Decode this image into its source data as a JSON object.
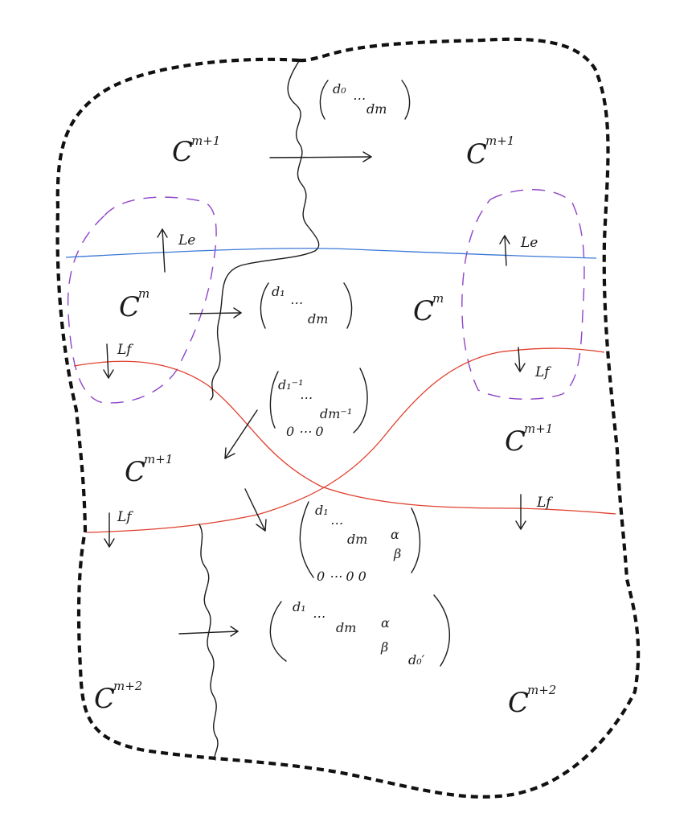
{
  "colors": {
    "ink": "#1a1a1a",
    "boundary": "#111111",
    "blue_line": "#3a78d8",
    "red_curve": "#e0402e",
    "purple_dashes": "#8e44c8"
  },
  "regions": [
    {
      "id": "top-left",
      "base": "C",
      "exp": "m+1"
    },
    {
      "id": "top-right",
      "base": "C",
      "exp": "m+1"
    },
    {
      "id": "mid-left",
      "base": "C",
      "exp": "m"
    },
    {
      "id": "mid-right",
      "base": "C",
      "exp": "m"
    },
    {
      "id": "lower-left",
      "base": "C",
      "exp": "m+1"
    },
    {
      "id": "lower-right",
      "base": "C",
      "exp": "m+1"
    },
    {
      "id": "bottom-left",
      "base": "C",
      "exp": "m+2"
    },
    {
      "id": "bottom-right",
      "base": "C",
      "exp": "m+2"
    }
  ],
  "labels": {
    "le_left": "Le",
    "le_right": "Le",
    "lf_left_upper": "Lf",
    "lf_right_upper": "Lf",
    "lf_left_lower": "Lf",
    "lf_right_lower": "Lf"
  },
  "matrices": {
    "m0": {
      "r1a": "d₀",
      "dots": "⋯",
      "r1b": "dm"
    },
    "m1": {
      "r1a": "d₁",
      "dots": "⋯",
      "r1b": "dm"
    },
    "m2": {
      "r1a": "d₁⁻¹",
      "dots": "⋯",
      "r1b": "dm⁻¹",
      "r2": "0 ⋯ 0"
    },
    "m3": {
      "r1a": "d₁",
      "dots": "⋯",
      "r1b": "dm",
      "alpha": "α",
      "beta": "β",
      "r3": "0 ⋯ 0  0"
    },
    "m4": {
      "r1a": "d₁",
      "dots": "⋯",
      "r1b": "dm",
      "alpha": "α",
      "beta": "β",
      "dprime": "d₀′"
    }
  }
}
